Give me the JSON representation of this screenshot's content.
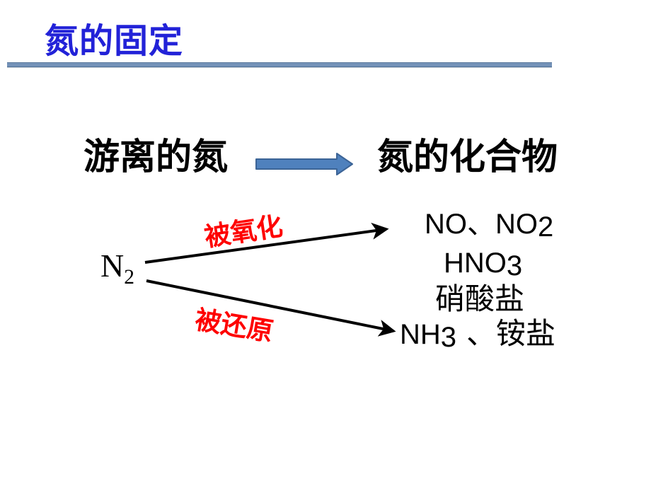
{
  "title": {
    "text": "氮的固定",
    "color": "#2222d8",
    "underline_color": "#7492b8"
  },
  "flow": {
    "source": "游离的氮",
    "target": "氮的化合物",
    "arrow_fill": "#4f81bd",
    "arrow_edge": "#3c6496"
  },
  "diagram": {
    "reactant": {
      "base": "N",
      "sub": "2"
    },
    "oxidized_label": "被氧化",
    "reduced_label": "被还原",
    "label_color": "#fe0000",
    "arrow_color": "#000000",
    "products": {
      "line1_main": "NO、NO",
      "line1_sub": "2",
      "line2_main": "HNO",
      "line2_sub": "3",
      "line3": "硝酸盐",
      "line4_formula": "NH",
      "line4_sub": "3",
      "line4_rest": "、铵盐"
    }
  },
  "icons": {
    "block_arrow": "right-block-arrow",
    "branch_arrows": "thin-line-arrows"
  }
}
